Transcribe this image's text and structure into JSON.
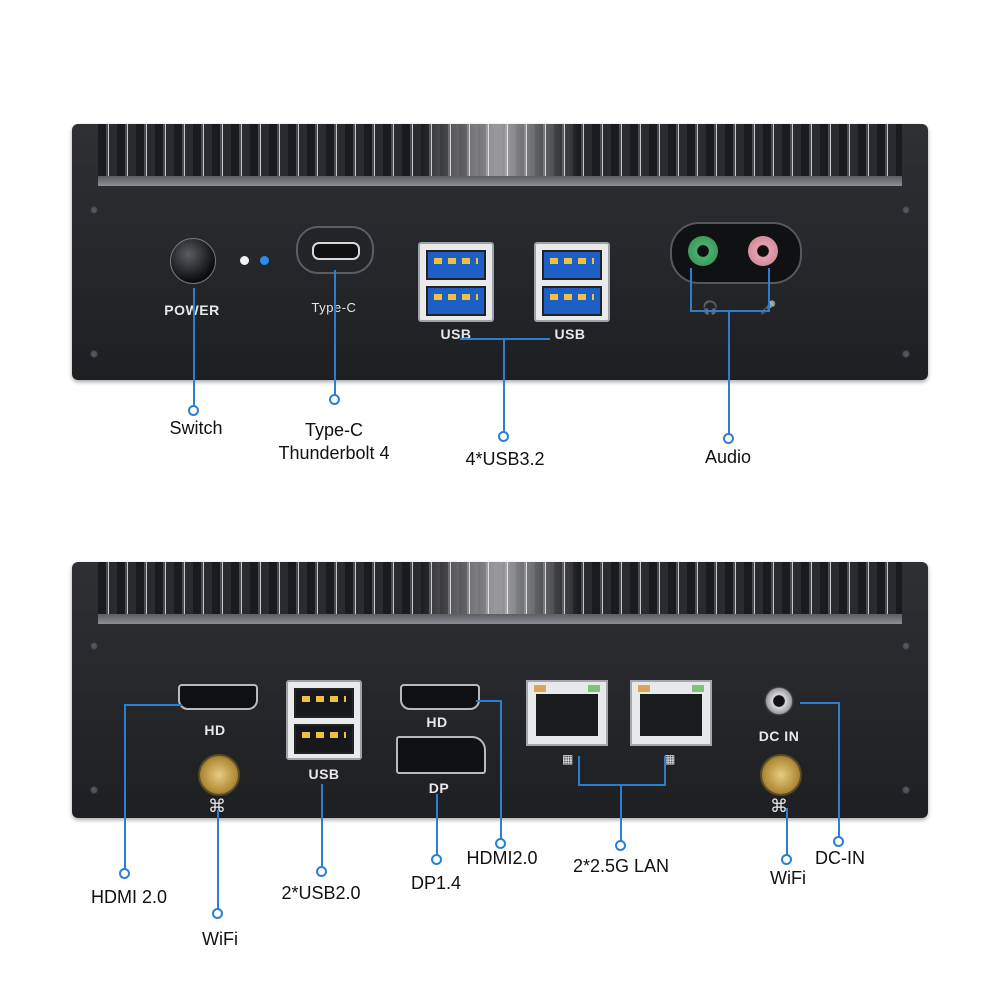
{
  "front_panel": {
    "labels": {
      "power": "POWER",
      "typec": "Type-C",
      "usb_left": "USB",
      "usb_right": "USB"
    },
    "icons": [
      "headphone-icon",
      "microphone-icon"
    ]
  },
  "front_callouts": {
    "switch": "Switch",
    "typec_line1": "Type-C",
    "typec_line2": "Thunderbolt 4",
    "usb": "4*USB3.2",
    "audio": "Audio"
  },
  "rear_panel": {
    "labels": {
      "hd_left": "HD",
      "usb": "USB",
      "hd_mid": "HD",
      "dp": "DP",
      "dc_in": "DC IN"
    },
    "icons": [
      "wifi-icon",
      "network-icon",
      "wifi-icon"
    ]
  },
  "rear_callouts": {
    "hdmi_left": "HDMI 2.0",
    "wifi_left": "WiFi",
    "usb2": "2*USB2.0",
    "dp": "DP1.4",
    "hdmi_mid": "HDMI2.0",
    "lan": "2*2.5G LAN",
    "wifi_right": "WiFi",
    "dc_in": "DC-IN"
  },
  "colors": {
    "callout_line": "#2c7fd0",
    "led_blue": "#2b8cf0",
    "audio_green": "#4caf6e",
    "audio_pink": "#e6a0b0"
  }
}
